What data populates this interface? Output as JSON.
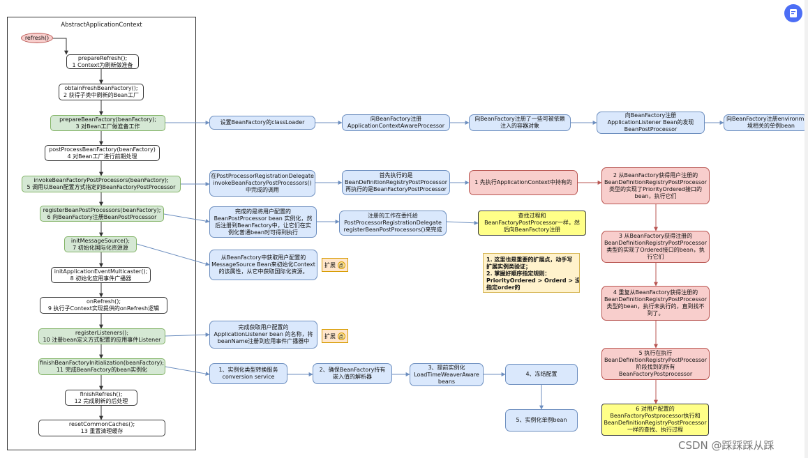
{
  "frame": {
    "title": "AbstractApplicationContext"
  },
  "refresh": "refresh()",
  "main_steps": [
    {
      "l1": "prepareRefresh();",
      "l2": "1 Context为刷新做准备",
      "style": "white"
    },
    {
      "l1": "obtainFreshBeanFactory();",
      "l2": "2 获得子类中刷新的Bean工厂",
      "style": "white"
    },
    {
      "l1": "prepareBeanFactory(beanFactory);",
      "l2": "3 对Bean工厂做准备工作",
      "style": "green"
    },
    {
      "l1": "postProcessBeanFactory(beanFactory)",
      "l2": "4 对Bean工厂进行前期处理",
      "style": "white"
    },
    {
      "l1": "invokeBeanFactoryPostProcessors(beanFactory);",
      "l2": "5 调用以Bean配置方式指定的BeanFactoryPostProcessor",
      "style": "green"
    },
    {
      "l1": "registerBeanPostProcessors(beanFactory);",
      "l2": "6 向BeanFactory注册BeanPostProcessor",
      "style": "green"
    },
    {
      "l1": "initMessageSource();",
      "l2": "7 初始化国际化资源源",
      "style": "green"
    },
    {
      "l1": "initApplicationEventMulticaster();",
      "l2": "8 初始化应用事件广播器",
      "style": "white"
    },
    {
      "l1": "onRefresh();",
      "l2": "9 执行子Context实现提供的onRefresh逻辑",
      "style": "white"
    },
    {
      "l1": "registerListeners();",
      "l2": "10 注册bean定义方式配置的应用事件Listener",
      "style": "green"
    },
    {
      "l1": "finishBeanFactoryInitialization(beanFactory);",
      "l2": "11 完成BeanFactory的bean实例化",
      "style": "green"
    },
    {
      "l1": "finishRefresh();",
      "l2": "12 完成刷新的后处理",
      "style": "white"
    },
    {
      "l1": "resetCommonCaches();",
      "l2": "13 重置清理缓存",
      "style": "white"
    }
  ],
  "row3": [
    {
      "lines": [
        "设置BeanFactory的classLoader"
      ]
    },
    {
      "lines": [
        "向BeanFactory注册",
        "ApplicationContextAwareProcessor"
      ]
    },
    {
      "lines": [
        "向BeanFactory注册了一些可被依赖",
        "注入的容器对象"
      ]
    },
    {
      "lines": [
        "向BeanFactory注册",
        "ApplicationListener Bean的发现",
        "BeanPostProcessor"
      ]
    },
    {
      "lines": [
        "向BeanFactory注册environm",
        "境相关的单例bean"
      ]
    }
  ],
  "row5": [
    {
      "lines": [
        "在PostProcessorRegistrationDelegate",
        "invokeBeanFactoryPostProcessors()",
        "中完成的调用"
      ]
    },
    {
      "lines": [
        "首先执行的是",
        "BeanDefinitionRegistryPostProcessor",
        "再执行的是BeanFactoryPostProcessor"
      ]
    },
    {
      "lines": [
        "1 先执行ApplicationContext中持有的"
      ]
    }
  ],
  "red_chain": [
    {
      "lines": [
        "2 从BeanFactory获得用户注册的",
        "BeanDefinitionRegistryPostProcessor",
        "类型的实现了PriorityOrdered接口的",
        "bean，执行它们"
      ]
    },
    {
      "lines": [
        "3 从BeanFactory获得注册的",
        "BeanDefinitionRegistryPostProcessor",
        "类型的实现了Ordered接口的bean，执",
        "行它们"
      ]
    },
    {
      "lines": [
        "4 重复从BeanFactory获得注册的",
        "BeanDefinitionRegistryPostProcessor",
        "类型的bean，执行未执行的，直到找不",
        "到了。"
      ]
    },
    {
      "lines": [
        "5 执行在执行",
        "BeanDefinitionRegistryPostProcessor",
        "阶段找到的所有",
        "BeanFactoryPostprocessor"
      ]
    }
  ],
  "final_step": {
    "lines": [
      "6 对用户配置的",
      "BeanFactoryPostprocessor执行和",
      "BeanDefinitionRegistryPostProcessor",
      "一样的查找、执行过程"
    ]
  },
  "row6": [
    {
      "lines": [
        "完成的是将用户配置的",
        "BeanPostProcessor bean 实例化，然",
        "后注册到BeanFactory中，让它们在实",
        "例化普通bean时可得到执行"
      ]
    },
    {
      "lines": [
        "注册的工作在委托给",
        "PostProcessorRegistrationDelegate",
        "registerBeanPostProcessors()来完成"
      ]
    },
    {
      "lines": [
        "查找过程和",
        "BeanFactoryPostProcessor一样，然",
        "后向BeanFactory注册"
      ]
    }
  ],
  "row7": {
    "lines": [
      "从BeanFactory中获取用户配置的",
      "MessageSource Bean来初始化Context",
      "的该属性，从它中获取国际化资源。"
    ]
  },
  "row10": {
    "lines": [
      "完成获取用户配置的",
      "ApplicationListener bean 的名称，将",
      "beanName注册到应用事件广播器中"
    ]
  },
  "extension_label": "扩展",
  "extension_badge": "点",
  "note": {
    "lines": [
      "1. 这里也是重要的扩展点，动手写",
      "扩展实例类验证；",
      "2. 掌握好顺序指定规则：",
      "PriorityOrdered > Orderd > 没有",
      "指定order的"
    ]
  },
  "row11": [
    {
      "lines": [
        "1、实例化类型转换服务",
        "conversion service"
      ]
    },
    {
      "lines": [
        "2、确保BeanFactory持有",
        "嵌入值的解析器"
      ]
    },
    {
      "lines": [
        "3、提前实例化",
        "LoadTimeWeaverAware",
        "beans"
      ]
    },
    {
      "lines": [
        "4、冻结配置"
      ]
    },
    {
      "lines": [
        "5、实例化单例bean"
      ]
    }
  ],
  "watermark": "CSDN @踩踩踩从踩",
  "colors": {
    "green": "#d5e8d4",
    "blue": "#dae8fc",
    "red": "#f8cecc",
    "yellow": "#ffff88",
    "note": "#fff2cc",
    "edge": "#6c8ebf",
    "red_edge": "#b85450"
  }
}
